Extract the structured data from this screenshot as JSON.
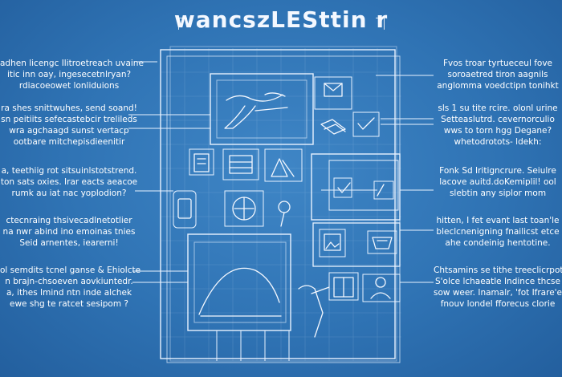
{
  "title": "wancszLESttin r",
  "left_notes": [
    [
      "adhen licengc  Ilitroetreach uvaine",
      "itic inn oay, ingesecetnlryan?",
      "rdiacoeowet lonliduions"
    ],
    [
      "ra shes snittwuhes, send soand!",
      "sn peitiits sefecastebcir trelileds",
      "wra agchaagd sunst vertacp",
      "ootbare mitchepisdieenitir"
    ],
    [
      "a, teethiig rot sitsuinlstotstrend.",
      "ton sats oxies. Irar eacts aeacoe",
      "rumk au iat nac yoplodion?"
    ],
    [
      "ctecnraing thsivecadlnetotlier",
      "na  nwr abind ino emoinas tnies",
      "Seid arnentes, iearerni!"
    ],
    [
      "ol semdits tcnel ganse & Ehiolcte",
      "n brajn-chsoeven aovkiuntedr.",
      "a, ithes  Imind  ntn inde alchek",
      "ewe shg te ratcet sesipom ?"
    ]
  ],
  "right_notes": [
    [
      "Fvos troar tyrtueceul  fove",
      "soroaetred tiron aagnils",
      "anglomma voedctipn tonihkt"
    ],
    [
      "sls 1 su tite rcire. olonl urine",
      "Setteaslutrd. cevernorculio",
      "wws to torn hgg Degane?",
      "whetodrotots- ldekh:"
    ],
    [
      "Fonk Sd Iritigncrure. Seiulre",
      "lacove auitd.doKemiplil! ool",
      "slebtin any siplor mom"
    ],
    [
      "hitten, I  fet evant last toan'le",
      "  bleclcnenigning fnailicst etce",
      "ahe condeinig hentotine."
    ],
    [
      "Chtsamins se tithe treeclicrpotis:",
      "S'olce lchaeatle Indince thcse",
      "sow weer. Inamalr, 'fot Ifrare'e",
      "fnouv londel fforecus clorie"
    ]
  ],
  "colors": {
    "background": "#2f73b4",
    "line": "#e8f2ff"
  },
  "icons": [
    "airplane-sketch-icon",
    "mail-icon",
    "window-icon",
    "books-icon",
    "checkbox-icon",
    "document-icon",
    "server-rack-icon",
    "gear-icon",
    "building-blocks-icon",
    "tablet-icon",
    "globe-icon",
    "key-icon",
    "monitor-check-icon",
    "gallery-icon",
    "basket-icon",
    "curve-chart-icon",
    "person-icon",
    "building-icon",
    "teamwork-icon"
  ]
}
